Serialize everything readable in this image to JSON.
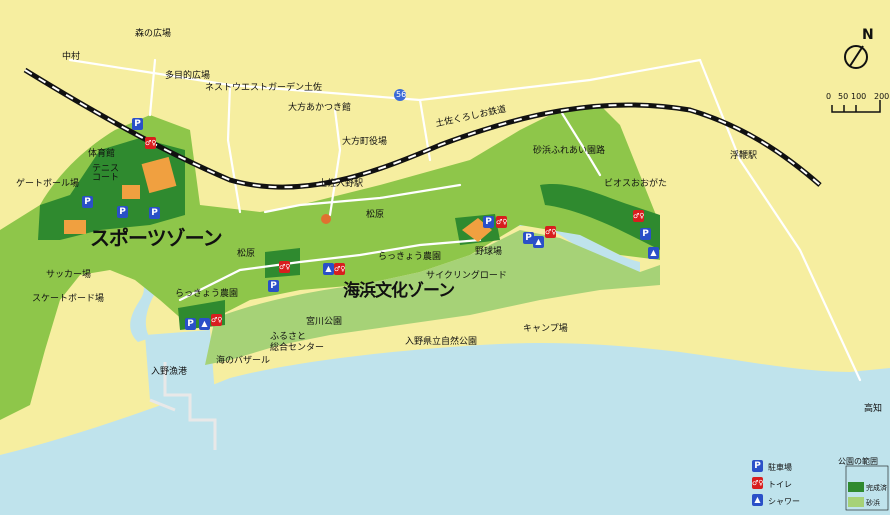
{
  "colors": {
    "sea": "#bfe3ec",
    "land": "#f6eea0",
    "park_complete": "#2f8a2f",
    "park_light": "#8ec64a",
    "sand": "#a6d277",
    "parking": "#2a50c8",
    "toilet": "#d81e1e",
    "railway": "#111111",
    "road": "#ffffff"
  },
  "zones": {
    "sports": "スポーツゾーン",
    "beach_culture": "海浜文化ゾーン"
  },
  "labels": {
    "nakamura": "中村",
    "mori_hiroba": "森の広場",
    "tamokuteki": "多目的広場",
    "nestowest": "ネストウエストガーデン土佐",
    "oogata_akatsuki": "大方あかつき館",
    "tosa_kuroshio": "土佐くろしお鉄道",
    "taiikukan": "体育館",
    "oogata_town": "大方町役場",
    "tennis": "テニス\nコート",
    "gateball": "ゲートボール場",
    "tosa_irino_st": "土佐入野駅",
    "matsubara1": "松原",
    "matsubara2": "松原",
    "sunahama_road": "砂浜ふれあい園路",
    "ukitsu_st": "浮鞭駅",
    "biosu": "ビオスおおがた",
    "rakkyo1": "らっきょう農園",
    "rakkyo2": "らっきょう農園",
    "yakyujo": "野球場",
    "soccer": "サッカー場",
    "cycling": "サイクリングロード",
    "skateboard": "スケートボード場",
    "miyagawa": "宮川公園",
    "furusato": "ふるさと\n総合センター",
    "umi_bazaar": "海のバザール",
    "irino_port": "入野漁港",
    "irino_park": "入野県立自然公園",
    "camp": "キャンプ場",
    "kochi": "高知",
    "road_num": "56"
  },
  "scale": {
    "marks": [
      "0",
      "50",
      "100",
      "200m"
    ]
  },
  "compass": "N",
  "legend": {
    "parking_letter": "P",
    "parking": "駐車場",
    "toilet": "トイレ",
    "shower": "シャワー",
    "park_range_title": "公園の範囲",
    "complete": "完成済",
    "sand": "砂浜"
  }
}
